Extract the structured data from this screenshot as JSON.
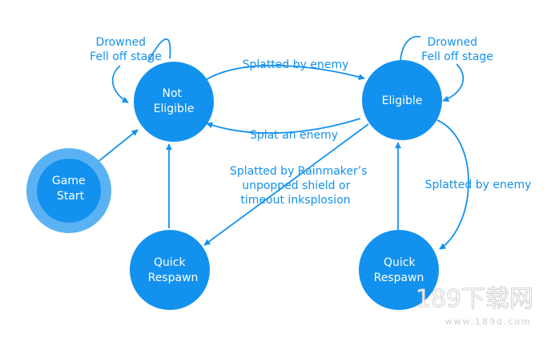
{
  "nodes": {
    "not_eligible": [
      "Not",
      "Eligible"
    ],
    "eligible": [
      "Eligible"
    ],
    "game_start": [
      "Game",
      "Start"
    ],
    "quick_respawn_left": [
      "Quick",
      "Respawn"
    ],
    "quick_respawn_right": [
      "Quick",
      "Respawn"
    ]
  },
  "edges": {
    "self_not_eligible": [
      "Drowned",
      "Fell off stage"
    ],
    "self_eligible": [
      "Drowned",
      "Fell off stage"
    ],
    "not_eligible_to_eligible": "Splatted by enemy",
    "eligible_to_not_eligible": "Splat an enemy",
    "eligible_to_respawn_left": [
      "Splatted by Rainmaker’s",
      "unpopped shield or",
      "timeout inksplosion"
    ],
    "eligible_to_respawn_right": "Splatted by enemy"
  },
  "watermark": {
    "brand": "189下载网",
    "url": "www.189d.com"
  },
  "colors": {
    "node": "#1391ee",
    "start_ring": "#5ab2f4",
    "edge": "#1391ee"
  }
}
